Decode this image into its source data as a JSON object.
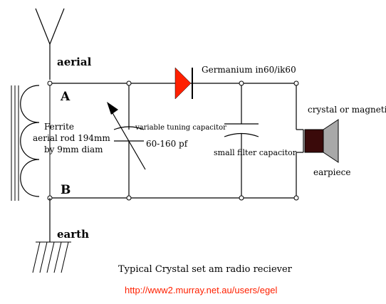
{
  "labels": {
    "aerial": "aerial",
    "earth": "earth",
    "node_a": "A",
    "node_b": "B",
    "ferrite_line1": "Ferrite",
    "ferrite_line2": "aerial rod  194mm",
    "ferrite_line3": "by 9mm diam",
    "diode": "Germanium in60/ik60",
    "variable_cap": "variable tuning capacitor",
    "variable_cap_value": "60-160 pf",
    "filter_cap": "small filter capacitor",
    "earpiece_type": "crystal or magnetic",
    "earpiece": "earpiece",
    "title": "Typical Crystal  set  am radio reciever",
    "url": "http://www2.murray.net.au/users/egel"
  },
  "colors": {
    "diode_fill": "#ff2000",
    "url_text": "#ff2000",
    "earpiece_body": "#3a0a0a",
    "earpiece_cone": "#a8a8a8"
  }
}
